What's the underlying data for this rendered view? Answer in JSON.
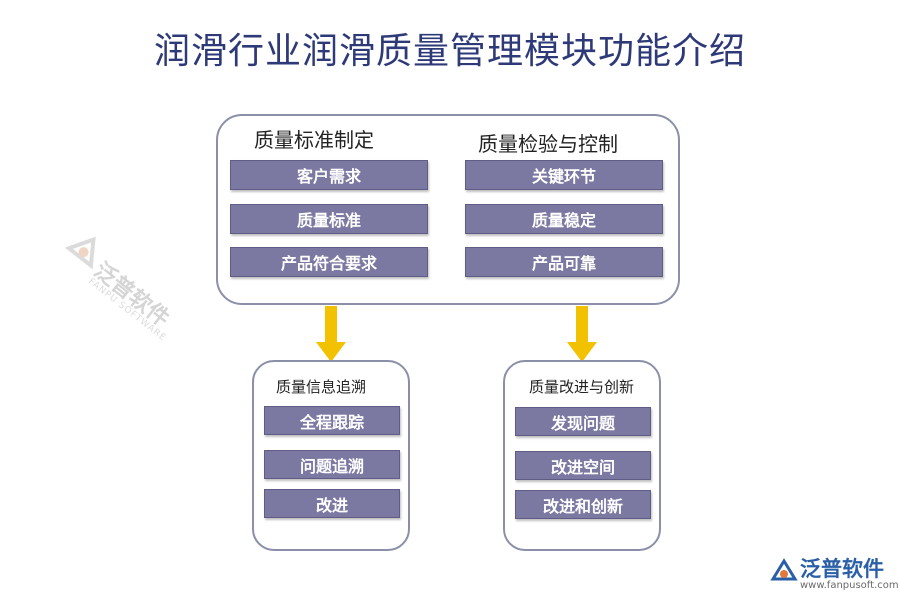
{
  "title": "润滑行业润滑质量管理模块功能介绍",
  "top_panel": {
    "left": {
      "heading": "质量标准制定",
      "items": [
        "客户需求",
        "质量标准",
        "产品符合要求"
      ]
    },
    "right": {
      "heading": "质量检验与控制",
      "items": [
        "关键环节",
        "质量稳定",
        "产品可靠"
      ]
    }
  },
  "bottom_left": {
    "heading": "质量信息追溯",
    "items": [
      "全程跟踪",
      "问题追溯",
      "改进"
    ]
  },
  "bottom_right": {
    "heading": "质量改进与创新",
    "items": [
      "发现问题",
      "改进空间",
      "改进和创新"
    ]
  },
  "watermark": {
    "brand": "泛普软件",
    "sub": "FANPU SOFTWARE"
  },
  "logo": {
    "brand": "泛普软件",
    "url": "www.fanpusoft.com"
  },
  "colors": {
    "title": "#2e3a78",
    "item_bg": "#7b79a2",
    "arrow": "#f2c200",
    "border": "#8b8fa8"
  }
}
